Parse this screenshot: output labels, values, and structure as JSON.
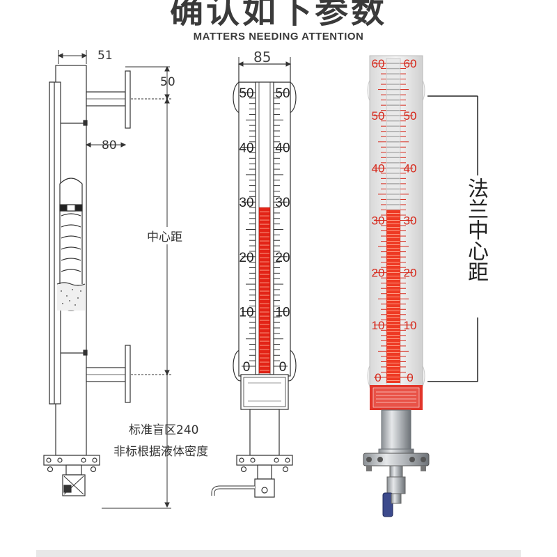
{
  "header": {
    "title": "确认如下参数",
    "subtitle": "MATTERS NEEDING ATTENTION"
  },
  "dimensions": {
    "width_top": "51",
    "flange_offset": "50",
    "flange_depth": "80",
    "center_distance": "中心距",
    "blind_zone": "标准盲区240",
    "non_standard_note": "非标根据液体密度",
    "gauge_width": "85"
  },
  "gauge_b": {
    "scale_labels": [
      "50",
      "40",
      "30",
      "20",
      "10",
      "0"
    ],
    "level_value": 29,
    "scale_max": 50,
    "fill_color": "#e32417"
  },
  "gauge_c": {
    "scale_labels": [
      "60",
      "50",
      "40",
      "30",
      "20",
      "10",
      "0"
    ],
    "level_value": 32,
    "scale_max": 60,
    "fill_color": "#ee3a24",
    "label_color": "#d62b1e",
    "vertical_label": "法兰中心距"
  }
}
